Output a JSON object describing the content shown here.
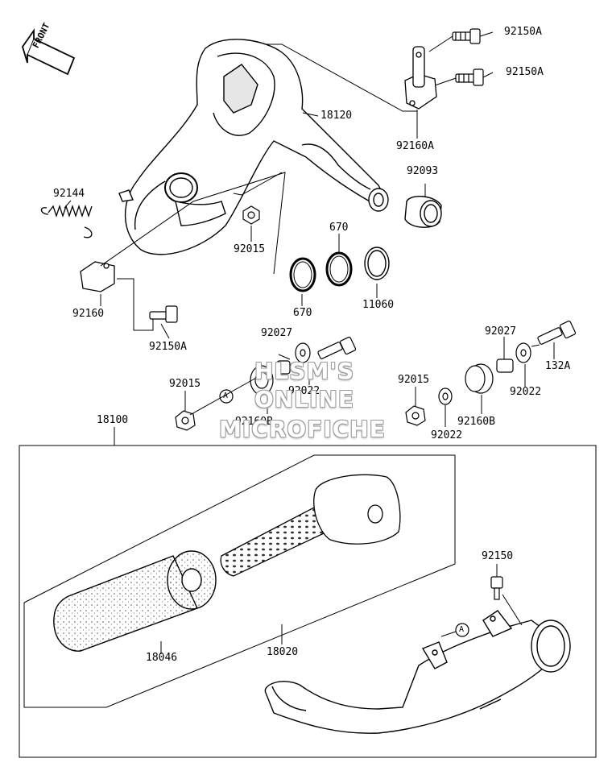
{
  "front_label": "FRONT",
  "watermark": {
    "line1": "HLSM'S",
    "line2": "ONLINE",
    "line3": "MICROFICHE"
  },
  "ref_marker": "A",
  "parts": {
    "p92150A_1": "92150A",
    "p92150A_2": "92150A",
    "p18120": "18120",
    "p92160A": "92160A",
    "p92093": "92093",
    "p92144": "92144",
    "p92015_top": "92015",
    "p670_top": "670",
    "p670_bottom": "670",
    "p11060": "11060",
    "p92160": "92160",
    "p92150A_3": "92150A",
    "p92027_left": "92027",
    "p92022_left": "92022",
    "p92015_left": "92015",
    "p92160B_left": "92160B",
    "p92027_right": "92027",
    "p132A": "132A",
    "p92015_right": "92015",
    "p92022_right_top": "92022",
    "p92160B_right": "92160B",
    "p92022_right_bottom": "92022",
    "p18100": "18100",
    "p92150": "92150",
    "p18046": "18046",
    "p18020": "18020"
  }
}
